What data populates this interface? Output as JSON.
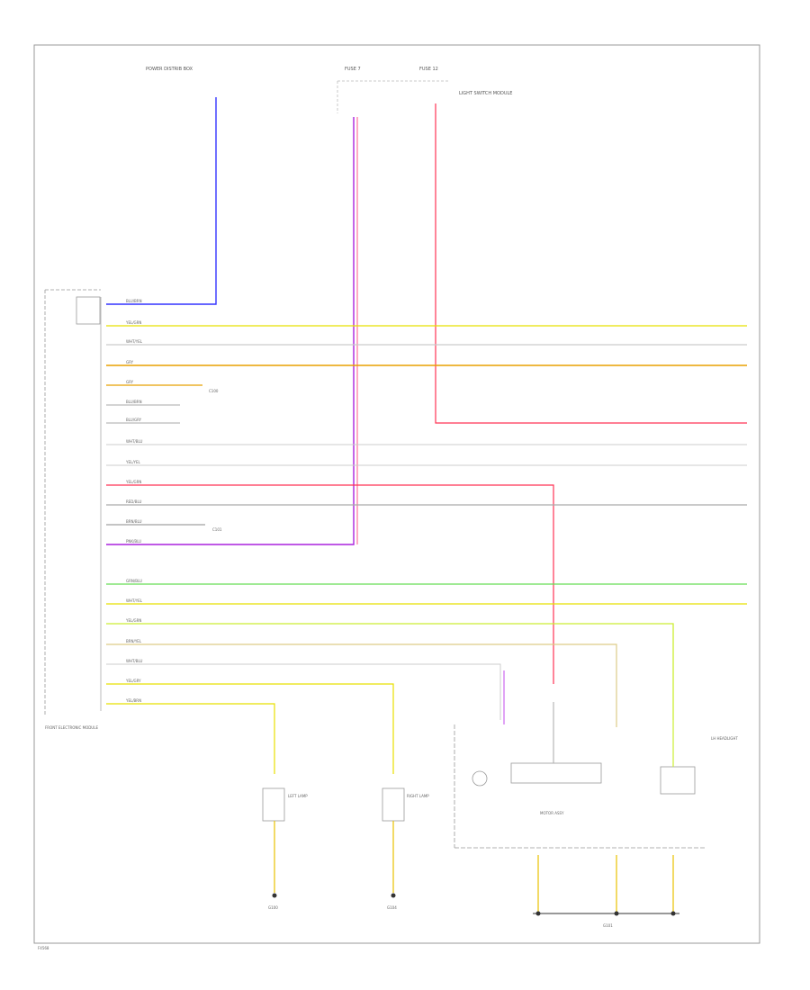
{
  "frame_label": "F4568",
  "legend_items": [
    "BLU/BRN",
    "YEL/GRN",
    "WHT/YEL",
    "GRY",
    "GRY",
    "BLU/BRN",
    "BLU/GRY",
    "WHT/BLU",
    "YEL/YEL",
    "YEL/GRN",
    "RED/BLU",
    "BRN/BLU",
    "PNK/BLU",
    "GRN/BLU",
    "WHT/YEL",
    "YEL/GRN",
    "BRN/YEL",
    "WHT/BLU",
    "YEL/GRY",
    "YEL/BRN"
  ],
  "labels": {
    "top_left_title": "POWER DISTRIB BOX",
    "fuse_top_1": "FUSE 7",
    "fuse_top_2": "FUSE 12",
    "light_sw_module": "LIGHT SWITCH MODULE",
    "left_module_text": "FRONT ELECTRONIC MODULE",
    "gnd_1": "G100",
    "gnd_2": "G104",
    "gnd_3": "G101",
    "left_lamp": "LEFT LAMP",
    "right_lamp": "RIGHT LAMP",
    "motor_assy": "MOTOR ASSY",
    "lh_headlight": "LH HEADLIGHT",
    "connector_a": "C100",
    "connector_b": "C101"
  },
  "colors": {
    "blue_wire": "#3333ff",
    "purple_wire": "#aa22dd",
    "red_wire": "#ff3355",
    "yellow_wire": "#e8e000",
    "orange_wire": "#e8a000",
    "green_wire": "#66dd55",
    "gray_wire": "#aaaaaa",
    "light_gray_wire": "#cccccc",
    "frame": "#999999"
  }
}
